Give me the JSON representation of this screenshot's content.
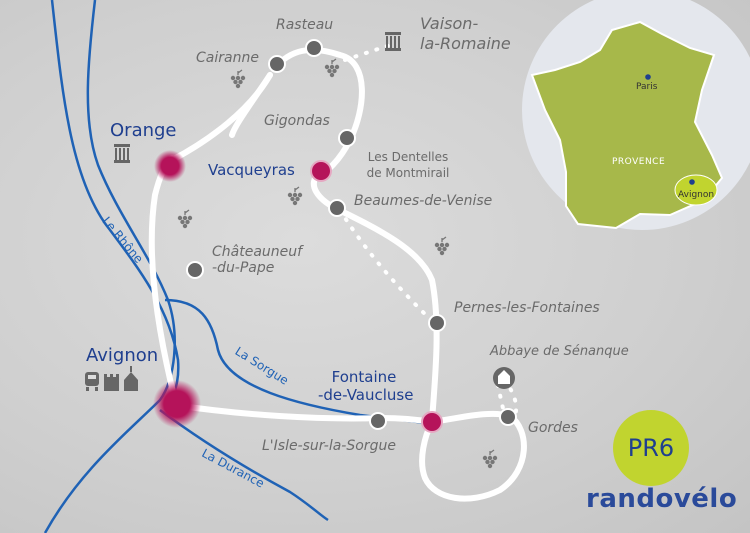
{
  "places": {
    "orange": "Orange",
    "avignon": "Avignon",
    "vacqueyras": "Vacqueyras",
    "fontaine": [
      "Fontaine",
      "-de-Vaucluse"
    ],
    "rasteau": "Rasteau",
    "cairanne": "Cairanne",
    "vaison": [
      "Vaison-",
      "la-Romaine"
    ],
    "gigondas": "Gigondas",
    "dentelles": [
      "Les Dentelles",
      "de Montmirail"
    ],
    "beaumes": "Beaumes-de-Venise",
    "chateauneuf": [
      "Châteauneuf",
      "-du-Pape"
    ],
    "pernes": "Pernes-les-Fontaines",
    "senanque": "Abbaye de Sénanque",
    "gordes": "Gordes",
    "isle": "L'Isle-sur-la-Sorgue"
  },
  "rivers": {
    "rhone": "Le Rhône",
    "sorgue": "La Sorgue",
    "durance": "La Durance"
  },
  "inset": {
    "paris": "Paris",
    "provence": "PROVENCE",
    "avignon": "Avignon"
  },
  "badge": "PR6",
  "brand": "randovélo",
  "colors": {
    "route": "#ffffff",
    "river": "#1f62b5",
    "major_stop": "#b5135a",
    "stop": "#666666",
    "label_blue": "#1f3f8f",
    "france": "#a7b84a",
    "badge": "#c1d42f"
  },
  "icons": [
    "grape-icon",
    "column-icon",
    "train-icon",
    "castle-icon",
    "church-icon",
    "abbey-icon"
  ]
}
